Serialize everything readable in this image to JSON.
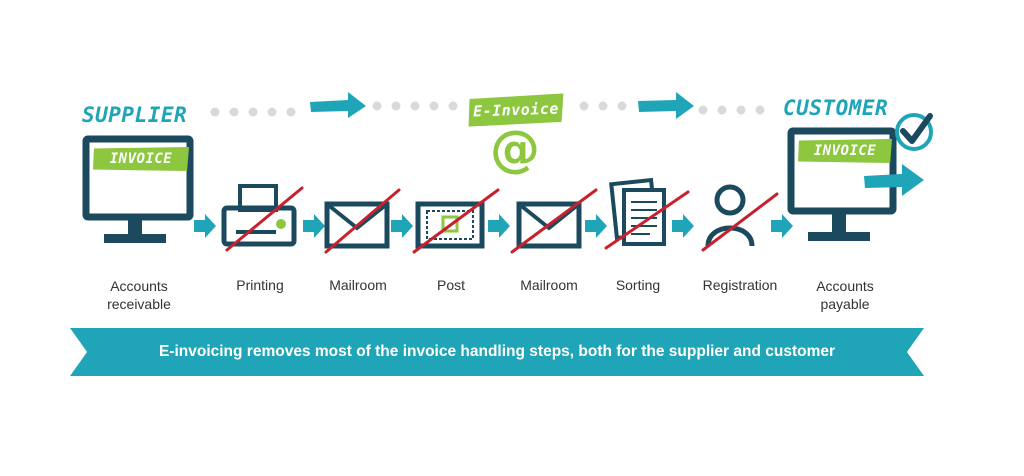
{
  "colors": {
    "teal": "#1fa5b7",
    "navy": "#1b4a5e",
    "green": "#8dc63f",
    "red": "#c8202c",
    "dots": "#d9d9d9",
    "text": "#333333"
  },
  "header": {
    "supplier": "SUPPLIER",
    "customer": "CUSTOMER",
    "e_invoice": "E-Invoice",
    "at_symbol": "@"
  },
  "invoice_tag": "INVOICE",
  "steps": [
    {
      "label": "Accounts receivable",
      "icon": "monitor-icon",
      "crossed": false
    },
    {
      "label": "Printing",
      "icon": "printer-icon",
      "crossed": true
    },
    {
      "label": "Mailroom",
      "icon": "envelope-icon",
      "crossed": true
    },
    {
      "label": "Post",
      "icon": "stamped-envelope-icon",
      "crossed": true
    },
    {
      "label": "Mailroom",
      "icon": "envelope-icon",
      "crossed": true
    },
    {
      "label": "Sorting",
      "icon": "documents-icon",
      "crossed": true
    },
    {
      "label": "Registration",
      "icon": "person-icon",
      "crossed": true
    },
    {
      "label": "Accounts payable",
      "icon": "monitor-icon",
      "crossed": false
    }
  ],
  "banner": {
    "text": "E-invoicing removes most of the invoice handling steps, both for the supplier and customer"
  }
}
